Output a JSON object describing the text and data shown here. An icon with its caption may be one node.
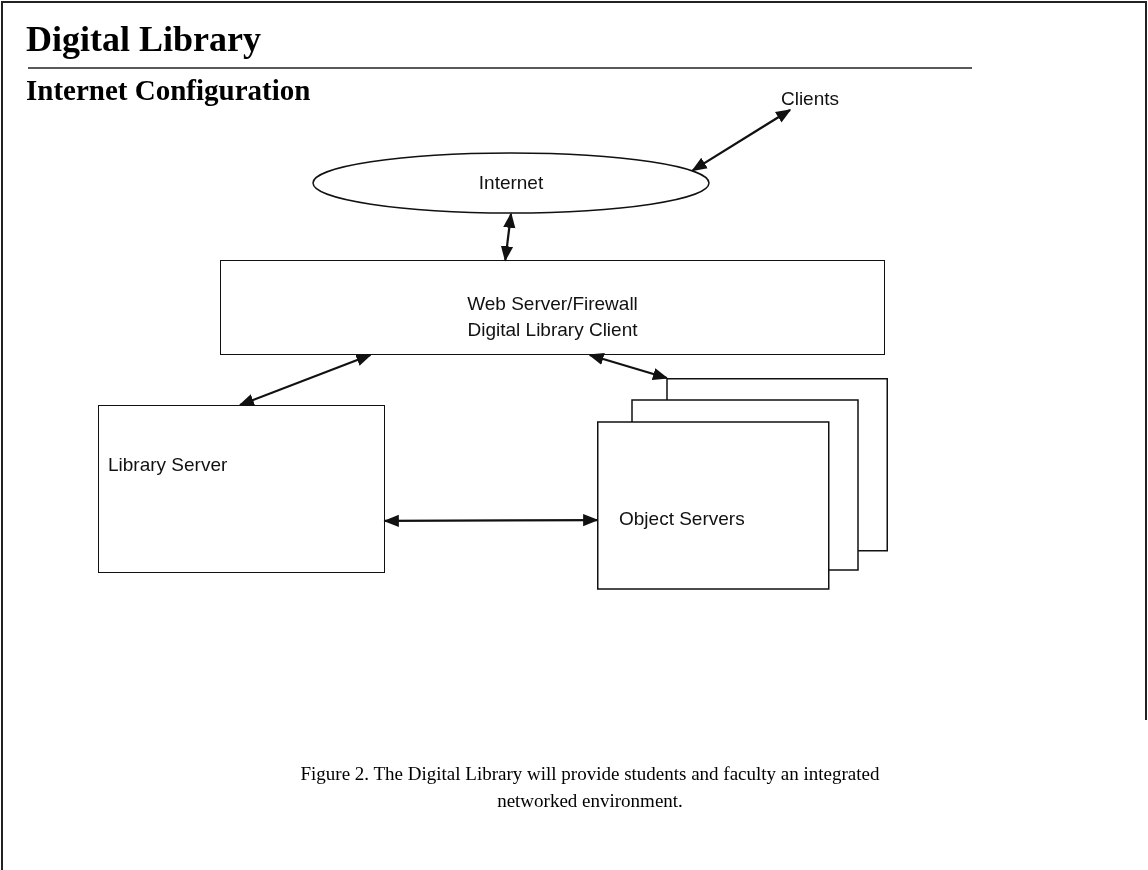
{
  "diagram": {
    "title": "Digital Library",
    "nodes": [
      {
        "text": [
          "Internet"
        ]
      },
      {
        "text": [
          "Clients"
        ]
      },
      {
        "text": [
          "Web Server/Firewall",
          "Digital Library Client"
        ]
      },
      {
        "text": [
          "Library Server"
        ]
      },
      {
        "text": [
          "Object Servers"
        ]
      }
    ],
    "edges": [
      {
        "from": 0,
        "to": 1,
        "arrow": "both"
      },
      {
        "from": 0,
        "to": 2,
        "arrow": "both"
      },
      {
        "from": 2,
        "to": 3,
        "arrow": "both"
      },
      {
        "from": 2,
        "to": 4,
        "arrow": "both"
      },
      {
        "from": 3,
        "to": 4,
        "arrow": "both"
      }
    ],
    "labels": [
      "Internet Configuration"
    ],
    "caption": "Figure 2. The Digital Library will provide students and faculty an integrated networked environment."
  }
}
